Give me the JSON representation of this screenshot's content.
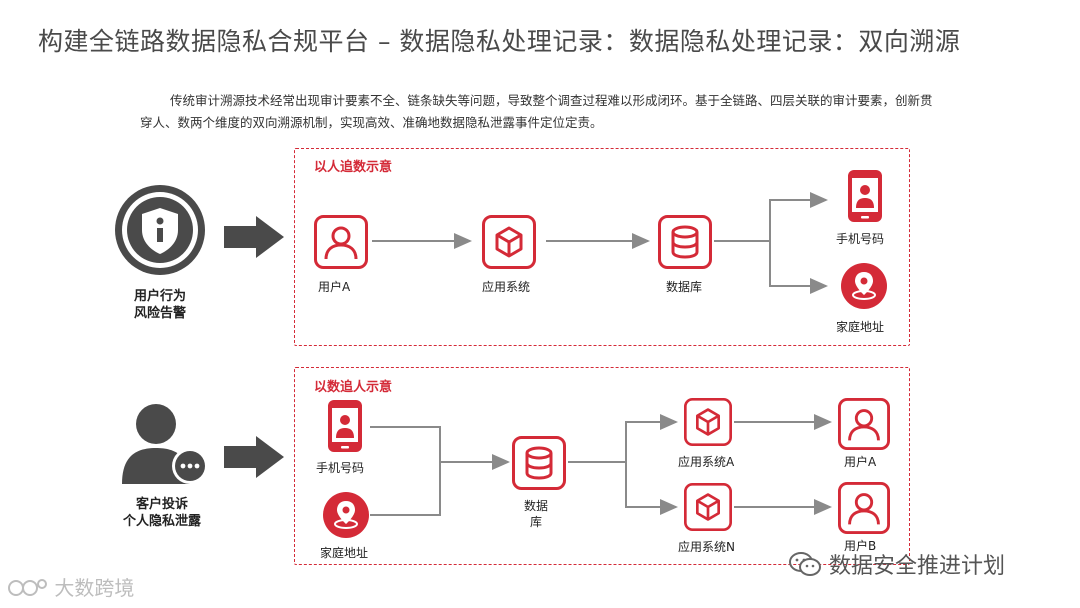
{
  "title": "构建全链路数据隐私合规平台 – 数据隐私处理记录：数据隐私处理记录：双向溯源",
  "intro": "传统审计溯源技术经常出现审计要素不全、链条缺失等问题，导致整个调查过程难以形成闭环。基于全链路、四层关联的审计要素，创新贯穿人、数两个维度的双向溯源机制，实现高效、准确地数据隐私泄露事件定位定责。",
  "section1": {
    "title": "以人追数示意",
    "trigger_label": "用户行为\n风险告警",
    "nodes": {
      "user": "用户A",
      "app": "应用系统",
      "db": "数据库",
      "phone": "手机号码",
      "address": "家庭地址"
    }
  },
  "section2": {
    "title": "以数追人示意",
    "trigger_label": "客户投诉\n个人隐私泄露",
    "nodes": {
      "phone": "手机号码",
      "address": "家庭地址",
      "db": "数据\n库",
      "app_a": "应用系统A",
      "app_n": "应用系统N",
      "user_a": "用户A",
      "user_b": "用户B"
    }
  },
  "watermark_left": "大数跨境",
  "watermark_right": "数据安全推进计划",
  "colors": {
    "accent": "#d42a37",
    "arrow": "#8a8a8a",
    "dark_icon": "#4a4a4a"
  }
}
